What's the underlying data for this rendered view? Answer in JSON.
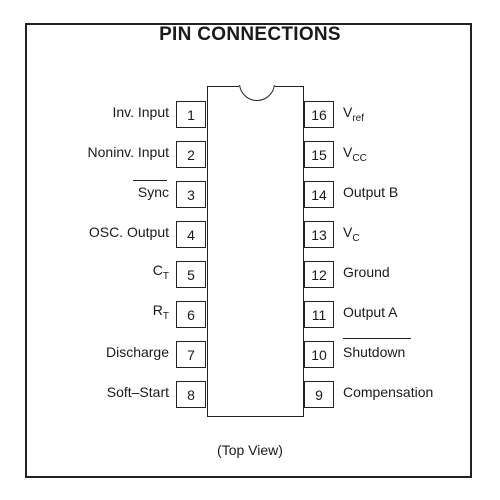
{
  "title": "PIN CONNECTIONS",
  "caption": "(Top View)",
  "left_pins": [
    {
      "number": "1",
      "label": "Inv. Input"
    },
    {
      "number": "2",
      "label": "Noninv.  Input"
    },
    {
      "number": "3",
      "label": "Sync",
      "overbar": true
    },
    {
      "number": "4",
      "label": "OSC. Output"
    },
    {
      "number": "5",
      "label": "C",
      "sub": "T"
    },
    {
      "number": "6",
      "label": "R",
      "sub": "T"
    },
    {
      "number": "7",
      "label": "Discharge"
    },
    {
      "number": "8",
      "label": "Soft–Start"
    }
  ],
  "right_pins": [
    {
      "number": "16",
      "label": "V",
      "sub": "ref"
    },
    {
      "number": "15",
      "label": "V",
      "sub": "CC"
    },
    {
      "number": "14",
      "label": "Output B"
    },
    {
      "number": "13",
      "label": "V",
      "sub": "C"
    },
    {
      "number": "12",
      "label": "Ground"
    },
    {
      "number": "11",
      "label": "Output A"
    },
    {
      "number": "10",
      "label": "Shutdown",
      "overbar": true
    },
    {
      "number": "9",
      "label": "Compensation"
    }
  ]
}
